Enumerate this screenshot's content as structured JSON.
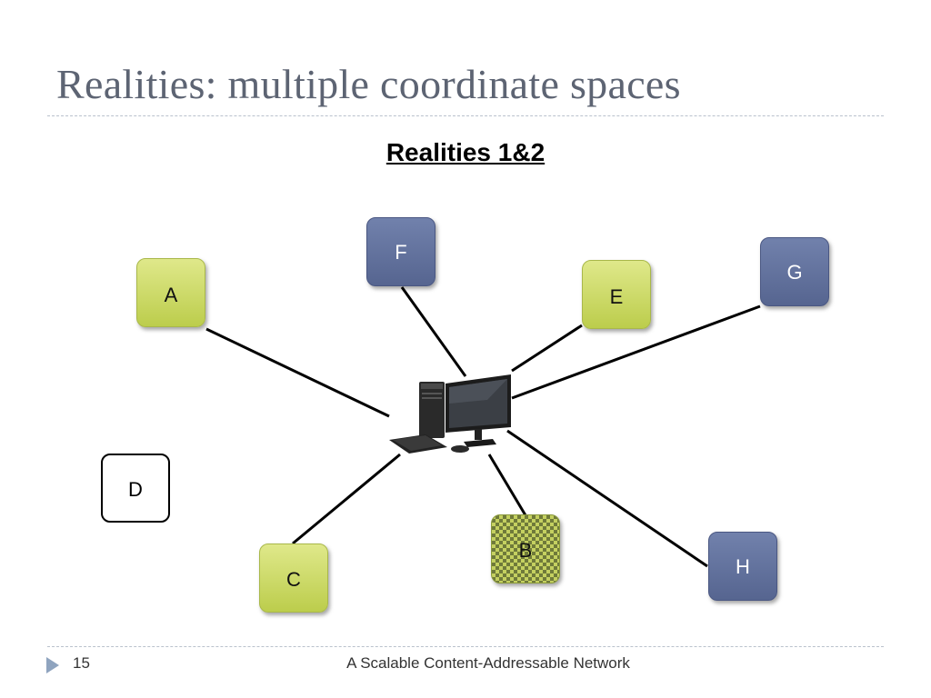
{
  "slide": {
    "title": "Realities: multiple coordinate spaces",
    "subtitle": "Realities 1&2",
    "page_number": "15",
    "footer": "A Scalable Content-Addressable Network"
  },
  "nodes": {
    "a": "A",
    "b": "B",
    "c": "C",
    "d": "D",
    "e": "E",
    "f": "F",
    "g": "G",
    "h": "H"
  },
  "colors": {
    "node_yellow": "#c9d65e",
    "node_blue": "#5f6e99",
    "title": "#5d6473"
  }
}
